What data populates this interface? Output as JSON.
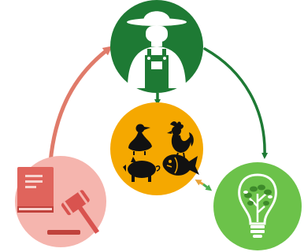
{
  "diagram": {
    "nodes": [
      {
        "id": "farmer",
        "icon": "farmer-icon",
        "fill": "#1e7a34"
      },
      {
        "id": "livestock",
        "icon": "livestock-icon",
        "fill": "#f5a800"
      },
      {
        "id": "law",
        "icon": "law-gavel-icon",
        "fill": "#f5b5ae"
      },
      {
        "id": "sustainability",
        "icon": "green-bulb-icon",
        "fill": "#6cc24a"
      }
    ],
    "edges": [
      {
        "from": "farmer",
        "to": "livestock",
        "color": "#1e7a34"
      },
      {
        "from": "farmer",
        "to": "sustainability",
        "color": "#1e7a34"
      },
      {
        "from": "law",
        "to": "farmer",
        "color": "#e07b6a"
      },
      {
        "from": "livestock",
        "to": "sustainability",
        "color": "#e8a33a",
        "bidirectional": true
      }
    ]
  }
}
